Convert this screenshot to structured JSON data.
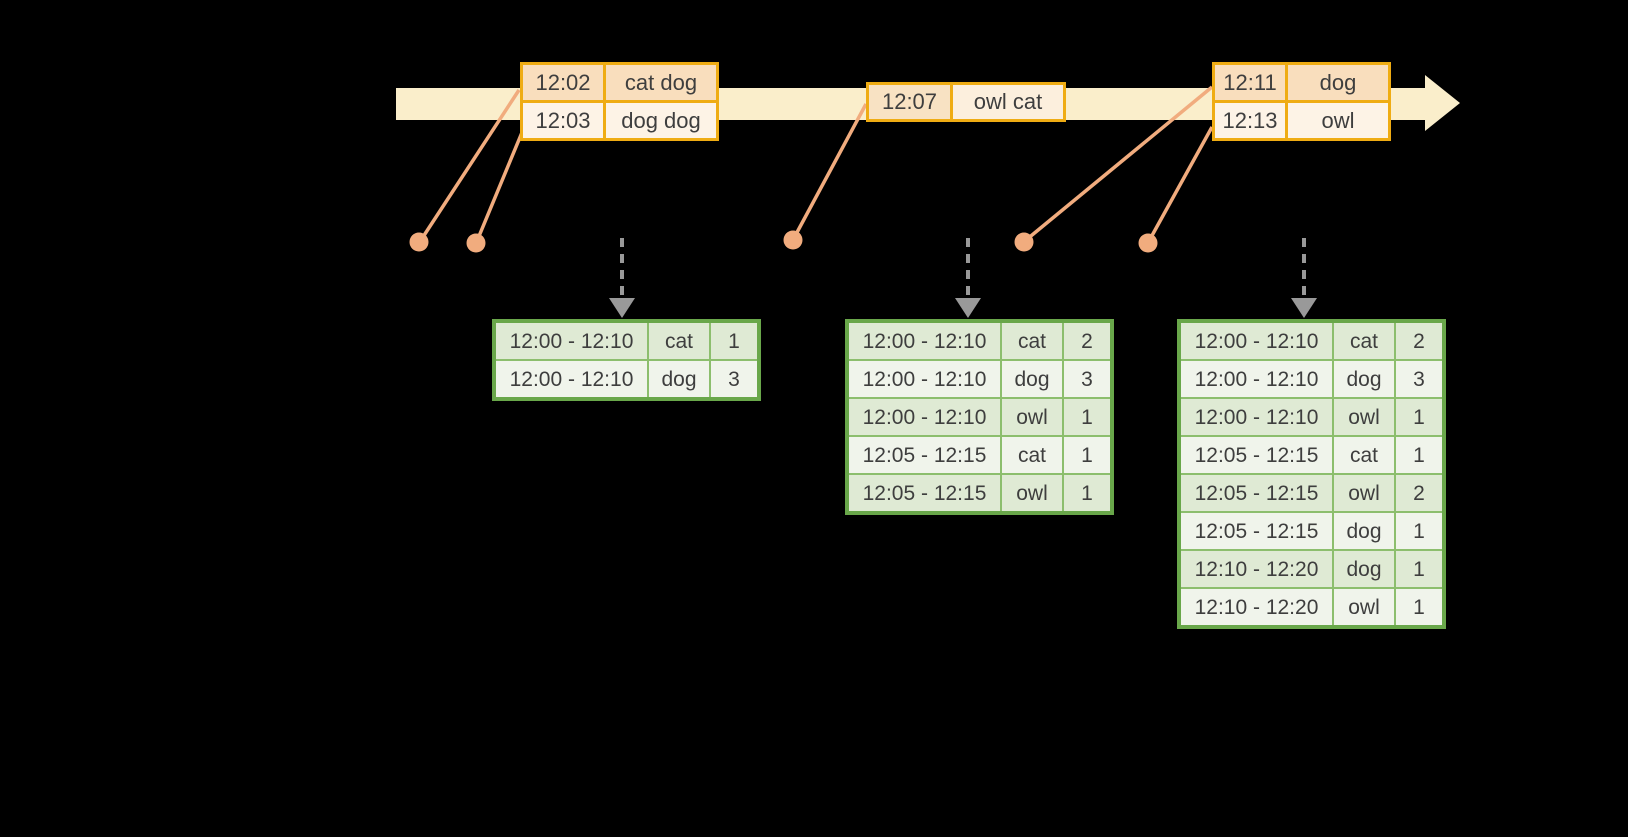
{
  "colors": {
    "background": "#000000",
    "timeline-fill": "#FAEECB",
    "event-border": "#EFAC13",
    "event-row-dark": "#F9DEBD",
    "event-row-light": "#FDF3E6",
    "event-time-mid": "#F8E2C3",
    "event-word-mid": "#FCEFDD",
    "connector": "#F1AC7E",
    "trigger-arrow": "#999999",
    "result-border": "#69A74A",
    "result-grid": "#8CBE6D",
    "result-row-dark": "#DFEAD4",
    "result-row-light": "#F0F4EB",
    "text": "#3E3E3E"
  },
  "timeline": {
    "events": [
      {
        "rows": [
          {
            "time": "12:02",
            "words": "cat dog"
          },
          {
            "time": "12:03",
            "words": "dog dog"
          }
        ]
      },
      {
        "rows": [
          {
            "time": "12:07",
            "words": "owl cat"
          }
        ]
      },
      {
        "rows": [
          {
            "time": "12:11",
            "words": "dog"
          },
          {
            "time": "12:13",
            "words": "owl"
          }
        ]
      }
    ]
  },
  "result_tables": [
    {
      "rows": [
        [
          "12:00 - 12:10",
          "cat",
          "1"
        ],
        [
          "12:00 - 12:10",
          "dog",
          "3"
        ]
      ]
    },
    {
      "rows": [
        [
          "12:00 - 12:10",
          "cat",
          "2"
        ],
        [
          "12:00 - 12:10",
          "dog",
          "3"
        ],
        [
          "12:00 - 12:10",
          "owl",
          "1"
        ],
        [
          "12:05 - 12:15",
          "cat",
          "1"
        ],
        [
          "12:05 - 12:15",
          "owl",
          "1"
        ]
      ]
    },
    {
      "rows": [
        [
          "12:00 - 12:10",
          "cat",
          "2"
        ],
        [
          "12:00 - 12:10",
          "dog",
          "3"
        ],
        [
          "12:00 - 12:10",
          "owl",
          "1"
        ],
        [
          "12:05 - 12:15",
          "cat",
          "1"
        ],
        [
          "12:05 - 12:15",
          "owl",
          "2"
        ],
        [
          "12:05 - 12:15",
          "dog",
          "1"
        ],
        [
          "12:10 - 12:20",
          "dog",
          "1"
        ],
        [
          "12:10 - 12:20",
          "owl",
          "1"
        ]
      ]
    }
  ]
}
